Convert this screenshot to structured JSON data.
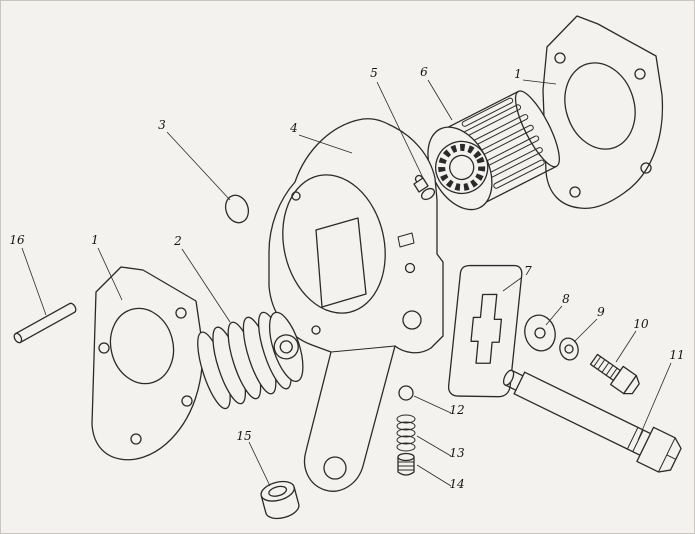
{
  "figure": {
    "kind": "exploded-parts-diagram",
    "background_color": "#f4f2ef",
    "line_color": "#2a2a2a",
    "label_color": "#141414",
    "labels": [
      "1",
      "5",
      "6",
      "4",
      "3",
      "16",
      "1",
      "2",
      "7",
      "8",
      "9",
      "10",
      "11",
      "12",
      "13",
      "14",
      "15"
    ]
  }
}
